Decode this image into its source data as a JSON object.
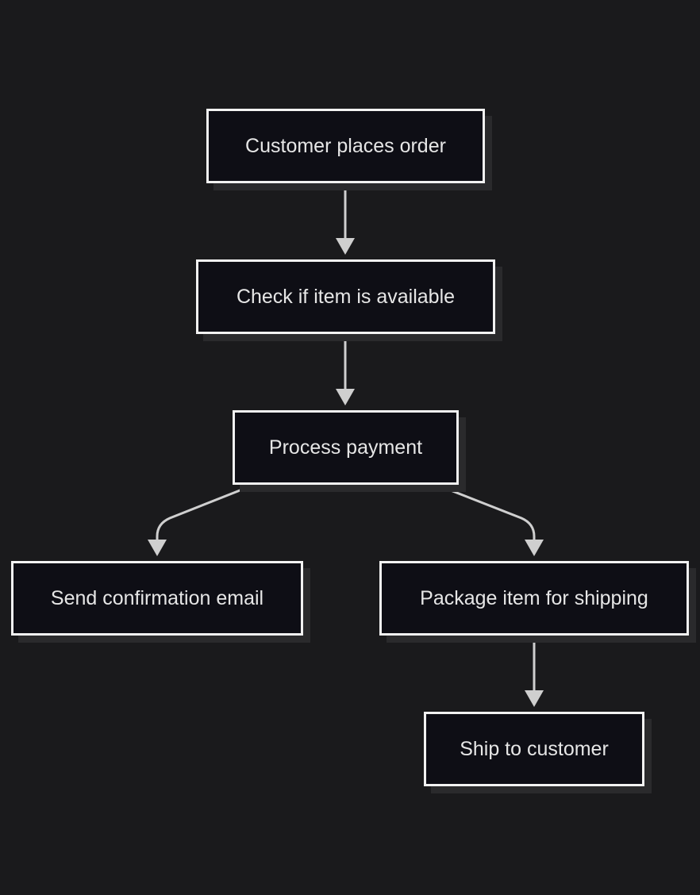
{
  "diagram": {
    "type": "flowchart",
    "direction": "top-down",
    "nodes": [
      {
        "id": "n1",
        "label": "Customer places order"
      },
      {
        "id": "n2",
        "label": "Check if item is available"
      },
      {
        "id": "n3",
        "label": "Process payment"
      },
      {
        "id": "n4",
        "label": "Send confirmation email"
      },
      {
        "id": "n5",
        "label": "Package item for shipping"
      },
      {
        "id": "n6",
        "label": "Ship to customer"
      }
    ],
    "edges": [
      {
        "from": "n1",
        "to": "n2"
      },
      {
        "from": "n2",
        "to": "n3"
      },
      {
        "from": "n3",
        "to": "n4"
      },
      {
        "from": "n3",
        "to": "n5"
      },
      {
        "from": "n5",
        "to": "n6"
      }
    ],
    "colors": {
      "background": "#1a1a1c",
      "node_fill": "#0e0e15",
      "node_border": "#f2f2f2",
      "node_shadow": "#2a2a2c",
      "text": "#e6e6e6",
      "edge": "#cfcfcf"
    }
  }
}
